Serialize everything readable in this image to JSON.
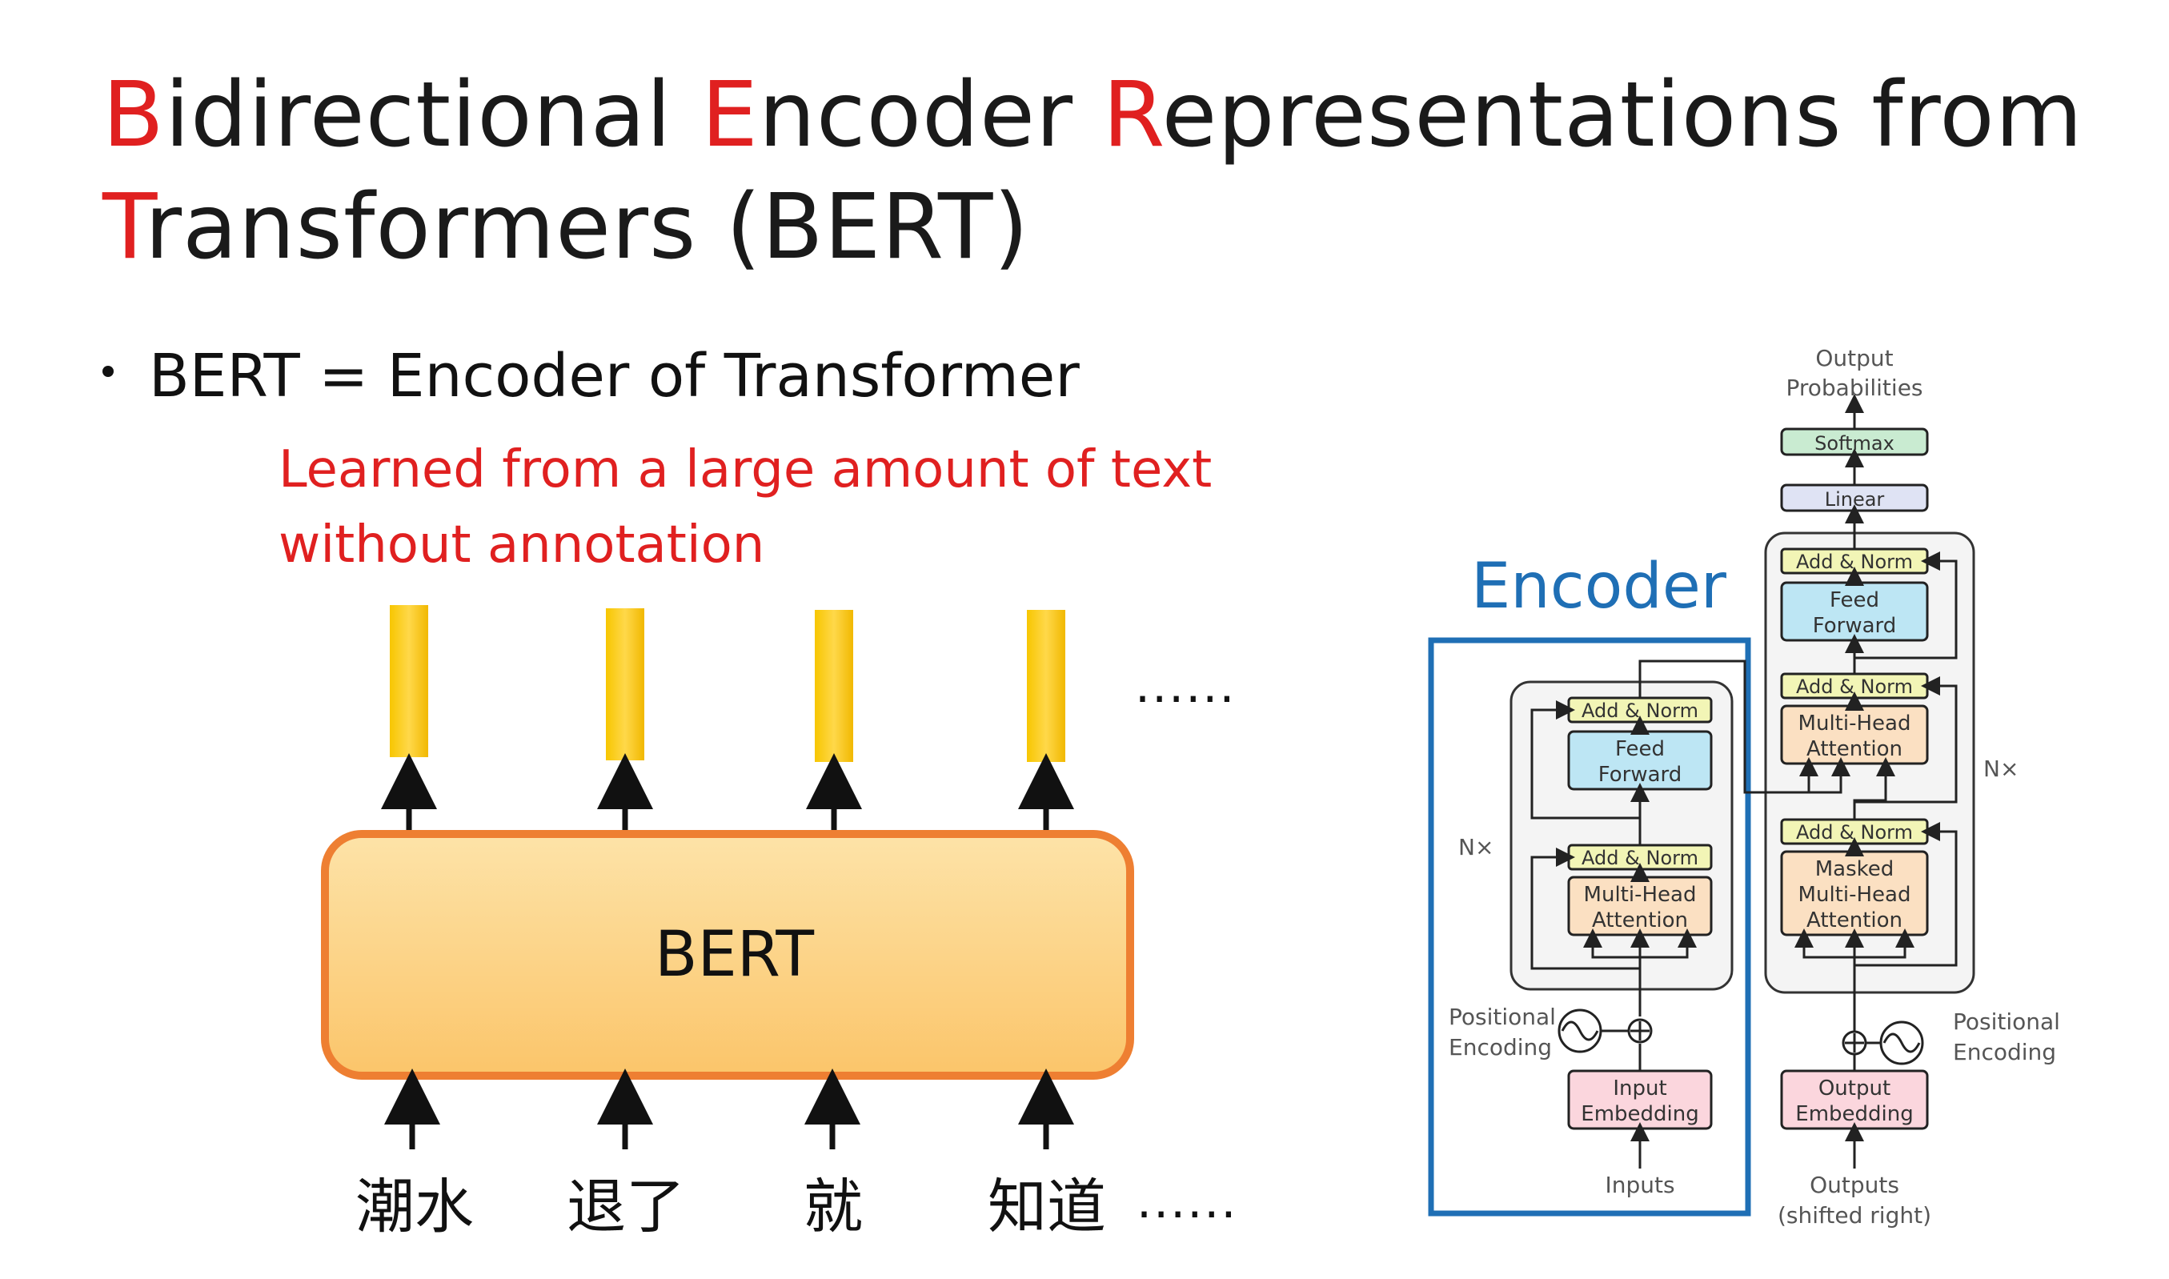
{
  "title": {
    "w1_initial": "B",
    "w1_rest": "idirectional ",
    "w2_initial": "E",
    "w2_rest": "ncoder ",
    "w3_initial": "R",
    "w3_rest": "epresentations from",
    "w4_initial": "T",
    "w4_rest": "ransformers (BERT)"
  },
  "bullet": {
    "text": "BERT =  Encoder of Transformer"
  },
  "note": {
    "line1": "Learned from a large amount of text",
    "line2": "without annotation"
  },
  "bert": {
    "label": "BERT",
    "output_ellipsis": "......",
    "input_ellipsis": "......",
    "tokens": [
      "潮水",
      "退了",
      "就",
      "知道"
    ]
  },
  "colors": {
    "accent_red": "#e02020",
    "encoder_blue": "#1f6fb5",
    "bert_fill": "#fdd07a",
    "bert_border": "#ee7f32",
    "output_bar": "#f5c000"
  },
  "transformer": {
    "encoder_label": "Encoder",
    "output_probabilities": [
      "Output",
      "Probabilities"
    ],
    "softmax": "Softmax",
    "linear": "Linear",
    "add_norm": "Add & Norm",
    "feed_forward": [
      "Feed",
      "Forward"
    ],
    "multi_head": [
      "Multi-Head",
      "Attention"
    ],
    "masked_multi_head": [
      "Masked",
      "Multi-Head",
      "Attention"
    ],
    "nx": "N×",
    "positional_encoding": [
      "Positional",
      "Encoding"
    ],
    "input_embedding": [
      "Input",
      "Embedding"
    ],
    "output_embedding": [
      "Output",
      "Embedding"
    ],
    "inputs": "Inputs",
    "outputs": [
      "Outputs",
      "(shifted right)"
    ]
  }
}
